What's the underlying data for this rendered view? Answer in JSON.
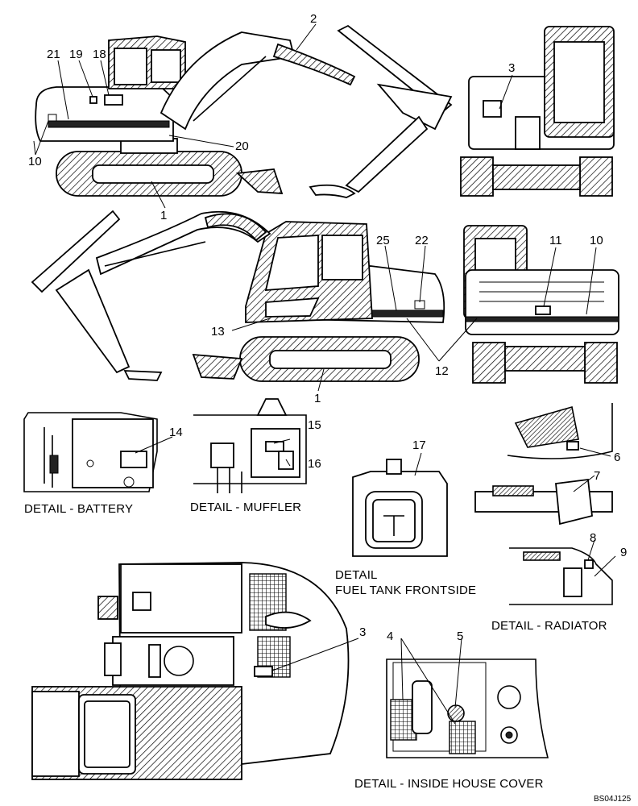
{
  "callouts": {
    "c1a": "1",
    "c1b": "1",
    "c2": "2",
    "c3a": "3",
    "c3b": "3",
    "c4": "4",
    "c5": "5",
    "c6": "6",
    "c7": "7",
    "c8": "8",
    "c9": "9",
    "c10a": "10",
    "c10b": "10",
    "c11": "11",
    "c12": "12",
    "c13": "13",
    "c14": "14",
    "c15": "15",
    "c16": "16",
    "c17": "17",
    "c18": "18",
    "c19": "19",
    "c20": "20",
    "c21": "21",
    "c22": "22",
    "c25": "25"
  },
  "captions": {
    "battery": "DETAIL - BATTERY",
    "muffler": "DETAIL - MUFFLER",
    "fuel_tank_line1": "DETAIL",
    "fuel_tank_line2": "FUEL TANK FRONTSIDE",
    "radiator": "DETAIL - RADIATOR",
    "inside_house": "DETAIL - INSIDE HOUSE COVER"
  },
  "drawing_code": "BS04J125"
}
